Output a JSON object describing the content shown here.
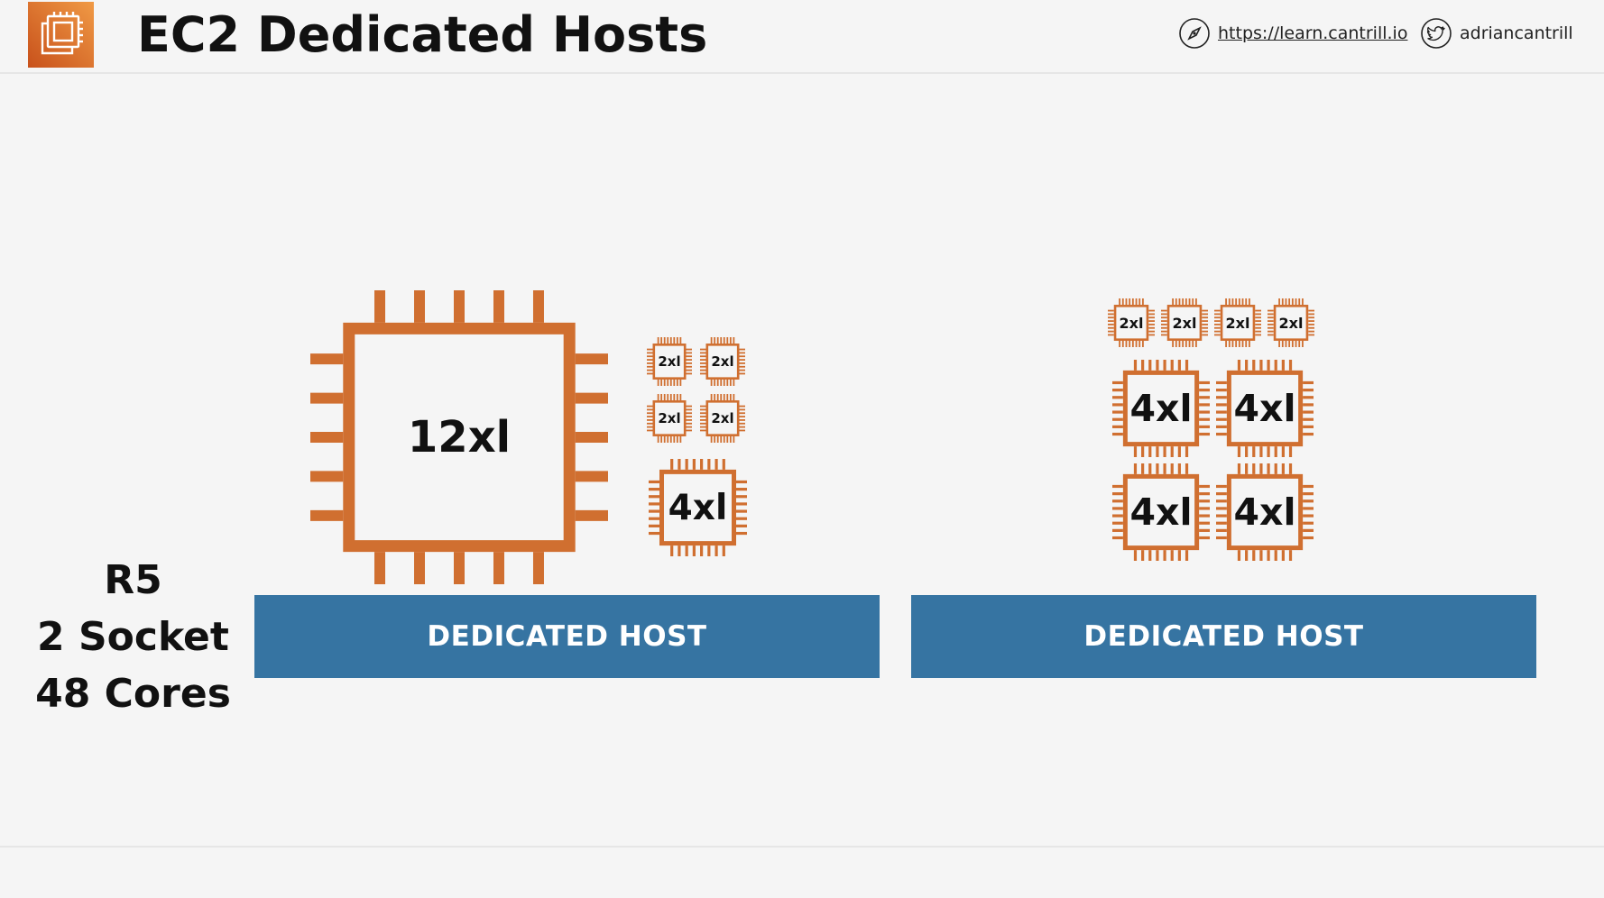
{
  "header": {
    "title": "EC2 Dedicated Hosts",
    "website": "https://learn.cantrill.io",
    "twitter": "adriancantrill",
    "accent_color": "#d97a35",
    "icons": [
      "ec2-logo-icon",
      "compass-icon",
      "twitter-icon"
    ]
  },
  "host_spec": {
    "line1": "R5",
    "line2": "2 Socket",
    "line3": "48 Cores"
  },
  "hosts": [
    {
      "label": "DEDICATED HOST",
      "instances": [
        "12xl",
        "2xl",
        "2xl",
        "2xl",
        "2xl",
        "4xl"
      ]
    },
    {
      "label": "DEDICATED HOST",
      "instances": [
        "2xl",
        "2xl",
        "2xl",
        "2xl",
        "4xl",
        "4xl",
        "4xl",
        "4xl"
      ]
    }
  ],
  "colors": {
    "chip": "#d06f30",
    "host_bar": "#3674a2",
    "background": "#f5f5f5"
  }
}
